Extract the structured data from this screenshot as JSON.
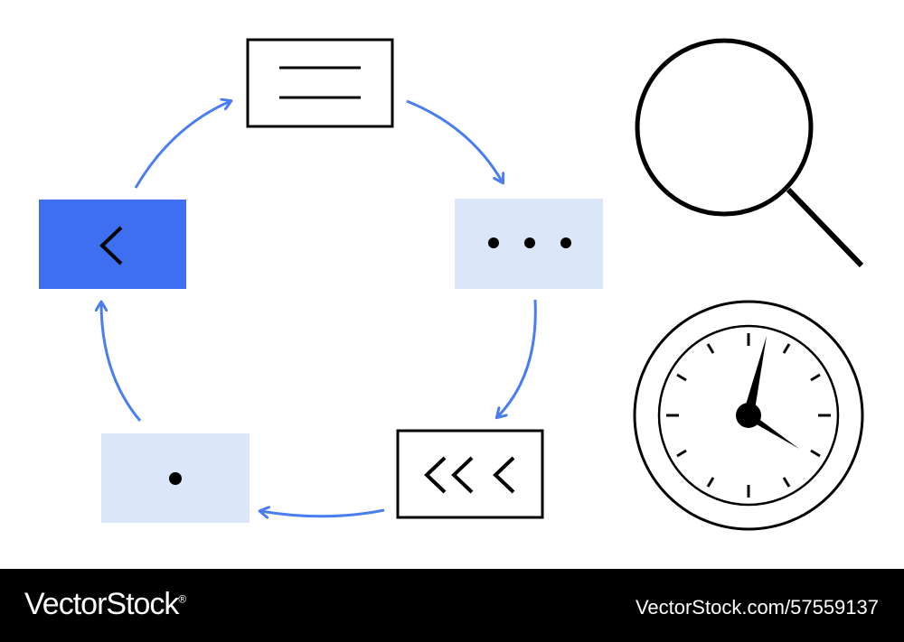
{
  "diagram": {
    "colors": {
      "accent": "#3d6ff0",
      "arrow": "#4a7df0",
      "light_fill": "#dce6f9",
      "stroke": "#000000"
    },
    "nodes": [
      {
        "id": "node-lines",
        "icon": "lines-icon"
      },
      {
        "id": "node-dots",
        "icon": "ellipsis-icon"
      },
      {
        "id": "node-triple-chevron",
        "icon": "triple-chevron-left-icon"
      },
      {
        "id": "node-dot",
        "icon": "dot-icon"
      },
      {
        "id": "node-chevron",
        "icon": "chevron-left-icon"
      }
    ],
    "side_icons": [
      "magnifier-icon",
      "clock-icon"
    ]
  },
  "footer": {
    "brand": "VectorStock",
    "brand_mark": "®",
    "stock_id": "VectorStock.com/57559137"
  }
}
